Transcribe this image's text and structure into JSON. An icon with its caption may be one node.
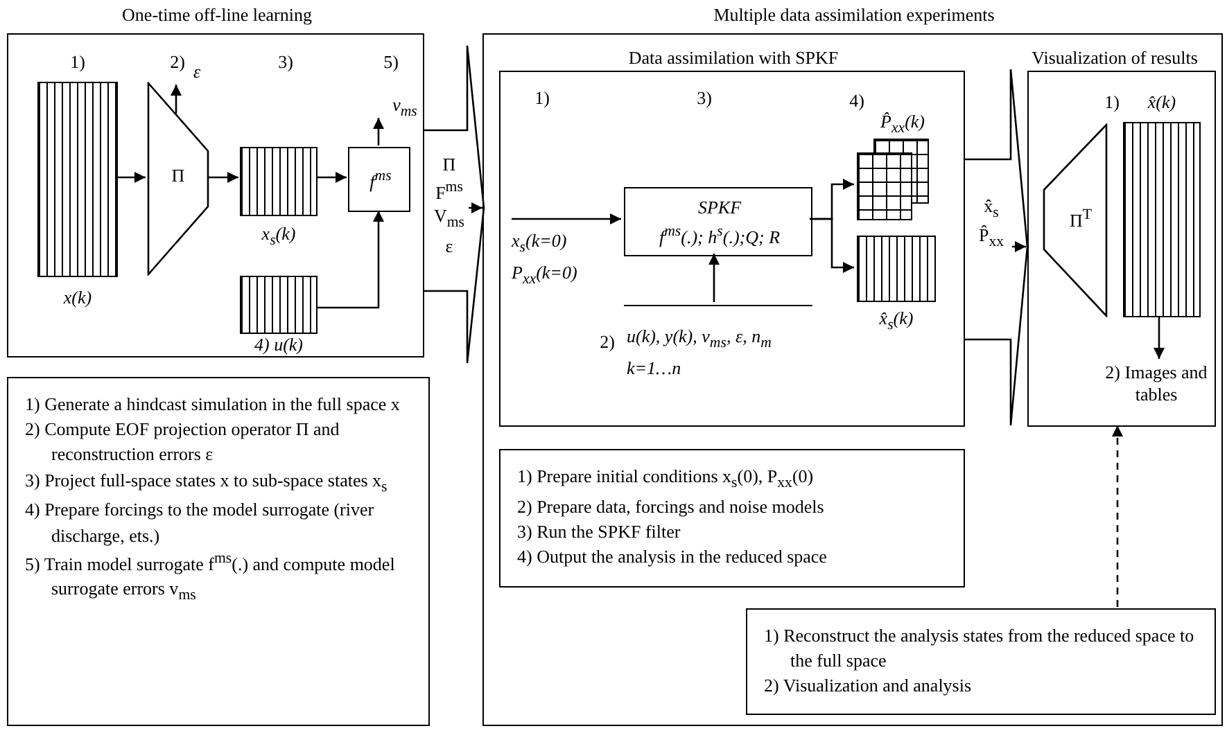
{
  "diagram": {
    "nodes": [
      {
        "text": [
          "One-time off-line learning"
        ]
      },
      {
        "text": [
          "x(k)"
        ],
        "beside": [
          "1)"
        ],
        "in": 0
      },
      {
        "text": [
          "Π"
        ],
        "in": 0
      },
      {
        "text": [
          "ε"
        ],
        "in": 0
      },
      {
        "text": [
          "x$_{s}$(k)"
        ],
        "in": 0
      },
      {
        "text": [
          "f$^{ms}$"
        ],
        "in": 0
      },
      {
        "text": [
          "v$_{ms}$"
        ],
        "in": 0
      },
      {
        "text": [
          "4) u(k)"
        ],
        "in": 0
      },
      {
        "text": [
          "1) Generate a hindcast simulation in the full space x",
          "2) Compute EOF projection operator Π and reconstruction errors ε",
          "3) Project full-space states x to sub-space states x$_{s}$",
          "4) Prepare forcings to the model surrogate (river discharge, ets.)",
          "5) Train model surrogate f$^{ms}$(.) and compute model surrogate errors v$_{ms}$"
        ]
      },
      {
        "text": [
          "Multiple data assimilation experiments"
        ]
      },
      {
        "text": [
          "Data assimilation with SPKF"
        ],
        "in": 9
      },
      {
        "text": [
          "SPKF",
          "f$^{ms}$(.); h$^{s}$(.);Q; R"
        ],
        "in": 10
      },
      {
        "text": [
          "u(k), y(k), v$_{ms}$, ε, n$_{m}$ k=1…n"
        ],
        "beside": [
          "2)"
        ],
        "in": 10
      },
      {
        "text": [
          "P̂$_{xx}$(k)"
        ],
        "beside": [
          "4)"
        ],
        "in": 10
      },
      {
        "text": [
          "x̂$_{s}$(k)"
        ],
        "in": 10
      },
      {
        "text": [
          "Visualization of results"
        ],
        "in": 9
      },
      {
        "text": [
          "Π$^{T}$"
        ],
        "in": 15
      },
      {
        "text": [
          "x̂(k)"
        ],
        "beside": [
          "1)"
        ],
        "in": 15
      },
      {
        "text": [
          "2) Images and tables"
        ],
        "in": 15
      },
      {
        "text": [
          "1) Prepare initial conditions x$_{s}$(0), P$_{xx}$(0)",
          "2) Prepare data, forcings and noise models",
          "3) Run the SPKF filter",
          "4) Output the analysis in the reduced space"
        ],
        "in": 9
      },
      {
        "text": [
          "1) Reconstruct the analysis states from the reduced space to the full space",
          "2) Visualization and analysis"
        ],
        "in": 9
      }
    ],
    "edges": [
      {
        "from": 1,
        "to": 2,
        "arrow": "to"
      },
      {
        "from": 2,
        "to": 3,
        "arrow": "to"
      },
      {
        "from": 2,
        "to": 4,
        "arrow": "to"
      },
      {
        "from": 4,
        "to": 5,
        "arrow": "to"
      },
      {
        "from": 5,
        "to": 6,
        "arrow": "to"
      },
      {
        "from": 7,
        "to": 5,
        "arrow": "to"
      },
      {
        "from": 0,
        "to": 9,
        "arrow": "to",
        "label": "Π F$^{ms}$ V$_{ms}$ ε"
      },
      {
        "from": null,
        "to": 11,
        "arrow": "to",
        "label": "x$_{s}$(k=0) P$_{xx}$(k=0)"
      },
      {
        "from": 12,
        "to": 11,
        "arrow": "to"
      },
      {
        "from": 11,
        "to": 13,
        "arrow": "to"
      },
      {
        "from": 11,
        "to": 14,
        "arrow": "to"
      },
      {
        "from": 10,
        "to": 15,
        "arrow": "to",
        "label": "x̂$_{s}$ P̂$_{xx}$"
      },
      {
        "from": 17,
        "to": 18,
        "arrow": "to"
      },
      {
        "from": 20,
        "to": 15,
        "arrow": "to",
        "style": "dashed"
      }
    ],
    "labels": [
      "2)",
      "3)",
      "5)",
      "1)",
      "3)"
    ]
  }
}
